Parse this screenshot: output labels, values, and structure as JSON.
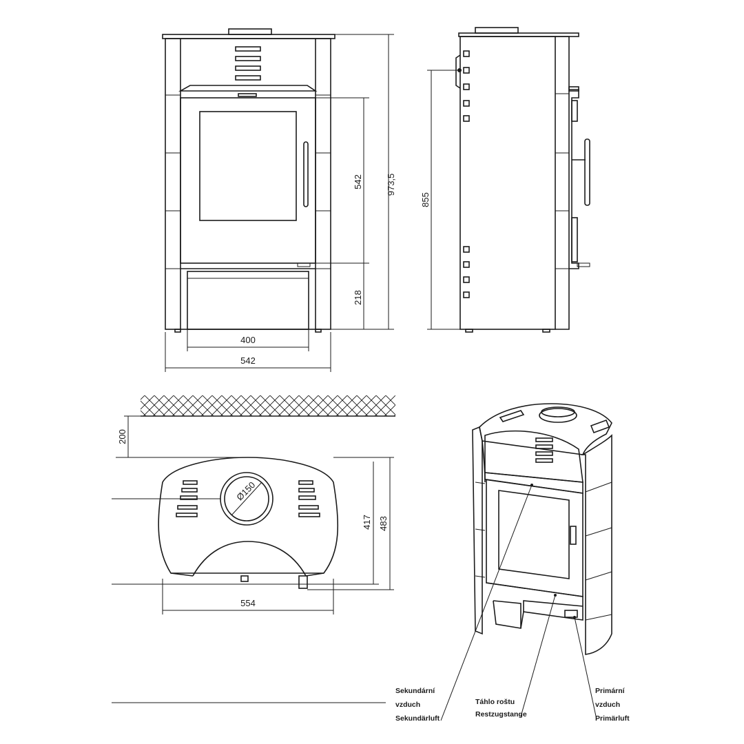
{
  "dimensions": {
    "front_total_height": "973,5",
    "door_height": "542",
    "ash_height": "218",
    "inner_width": "400",
    "total_width": "542",
    "side_height": "855",
    "wall_distance": "200",
    "flue_diameter": "Ø150",
    "depth_inner": "417",
    "depth_outer": "483",
    "plan_width": "554"
  },
  "labels": {
    "secondary_air": [
      "Sekundární",
      "vzduch",
      "Sekundärluft"
    ],
    "grate_rod": [
      "Táhlo roštu",
      "Restzugstange"
    ],
    "primary_air": [
      "Primární",
      "vzduch",
      "Primärluft"
    ]
  }
}
